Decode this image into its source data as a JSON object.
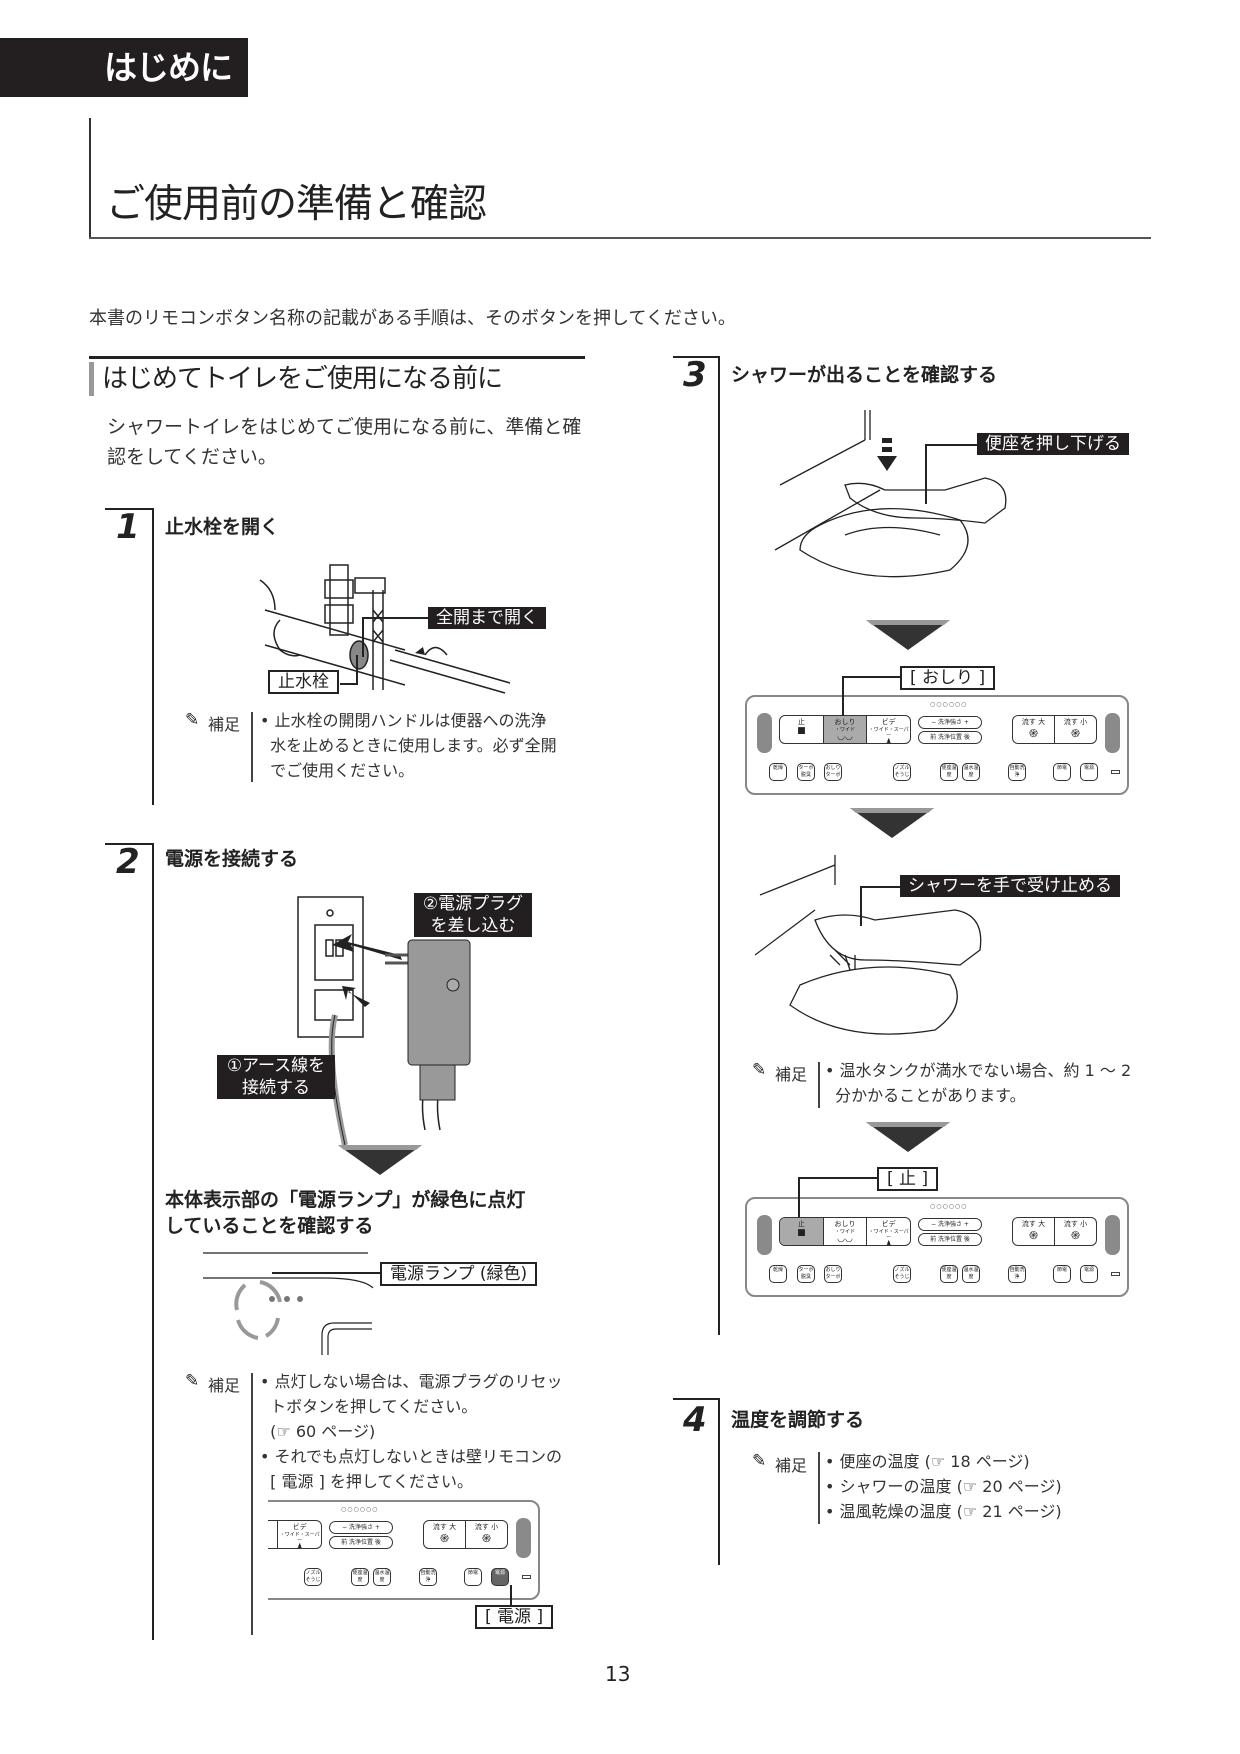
{
  "chapter_tab": "はじめに",
  "page_title": "ご使用前の準備と確認",
  "intro": "本書のリモコンボタン名称の記載がある手順は、そのボタンを押してください。",
  "section": {
    "title": "はじめてトイレをご使用になる前に",
    "paragraph": "シャワートイレをはじめてご使用になる前に、準備と確認をしてください。"
  },
  "note_label": "補足",
  "pencil_icon": "✎",
  "steps": [
    {
      "number": "1",
      "title": "止水栓を開く",
      "labels": {
        "open_full": "全開まで開く",
        "valve": "止水栓"
      },
      "note": [
        "• 止水栓の開閉ハンドルは便器への洗浄",
        "  水を止めるときに使用します。必ず全開",
        "  でご使用ください。"
      ]
    },
    {
      "number": "2",
      "title": "電源を接続する",
      "labels": {
        "plug": "②電源プラグ",
        "plug2": "を差し込む",
        "earth": "①アース線を",
        "earth2": "接続する",
        "lamp": "電源ランプ (緑色)",
        "power_button": "[ 電源 ]"
      },
      "confirm": [
        "本体表示部の「電源ランプ」が緑色に点灯",
        "していることを確認する"
      ],
      "note": [
        "• 点灯しない場合は、電源プラグのリセッ",
        "  トボタンを押してください。",
        "  (☞ 60 ページ)",
        "• それでも点灯しないときは壁リモコンの",
        "  [ 電源 ] を押してください。"
      ]
    },
    {
      "number": "3",
      "title": "シャワーが出ることを確認する",
      "labels": {
        "press_seat": "便座を押し下げる",
        "oshiri": "[ おしり ]",
        "catch_shower": "シャワーを手で受け止める",
        "stop": "[ 止 ]"
      },
      "note": [
        "• 温水タンクが満水でない場合、約 1 ～ 2",
        "  分かかることがあります。"
      ]
    },
    {
      "number": "4",
      "title": "温度を調節する",
      "note": [
        "• 便座の温度 (☞ 18 ページ)",
        "• シャワーの温度 (☞ 20 ページ)",
        "• 温風乾燥の温度 (☞ 21 ページ)"
      ]
    }
  ],
  "remote": {
    "main_buttons": [
      {
        "label": "止",
        "sub": "",
        "sym": "■"
      },
      {
        "label": "おしり",
        "sub": "・ワイド",
        "sym": "◡◡"
      },
      {
        "label": "ビデ",
        "sub": "・ワイド・スーパー",
        "sym": "♟"
      }
    ],
    "strength": {
      "minus": "−",
      "label": "洗浄強さ",
      "plus": "+"
    },
    "position": {
      "front": "前",
      "label": "洗浄位置",
      "back": "後"
    },
    "flush": [
      {
        "label": "流す 大",
        "sym": "🌀"
      },
      {
        "label": "流す 小",
        "sym": "🌀"
      }
    ],
    "small_buttons": [
      "乾燥",
      "ターボ脱臭",
      "おしりターボ",
      "ノズルそうじ",
      "便座温度",
      "温水温度",
      "自動洗浄",
      "節電",
      "電源"
    ],
    "level_dots": "○○○○○○"
  },
  "page_number": "13"
}
